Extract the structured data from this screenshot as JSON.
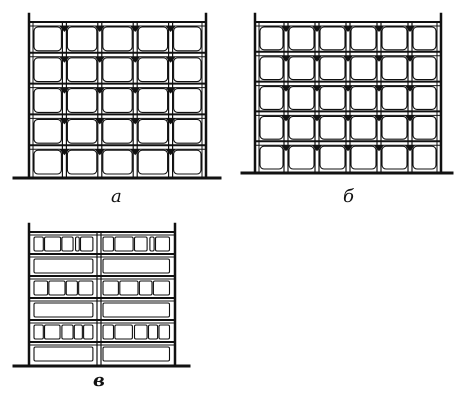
{
  "diagram": {
    "ink": "#111111",
    "paper": "#ffffff",
    "panels": [
      {
        "id": "a",
        "label": "а",
        "rows": 5,
        "cols": 5,
        "style": "column-capitals"
      },
      {
        "id": "b",
        "label": "б",
        "rows": 5,
        "cols": 6,
        "style": "column-capitals"
      },
      {
        "id": "v",
        "label": "в",
        "rows": 6,
        "cols": 2,
        "style": "masonry-courses"
      }
    ]
  }
}
